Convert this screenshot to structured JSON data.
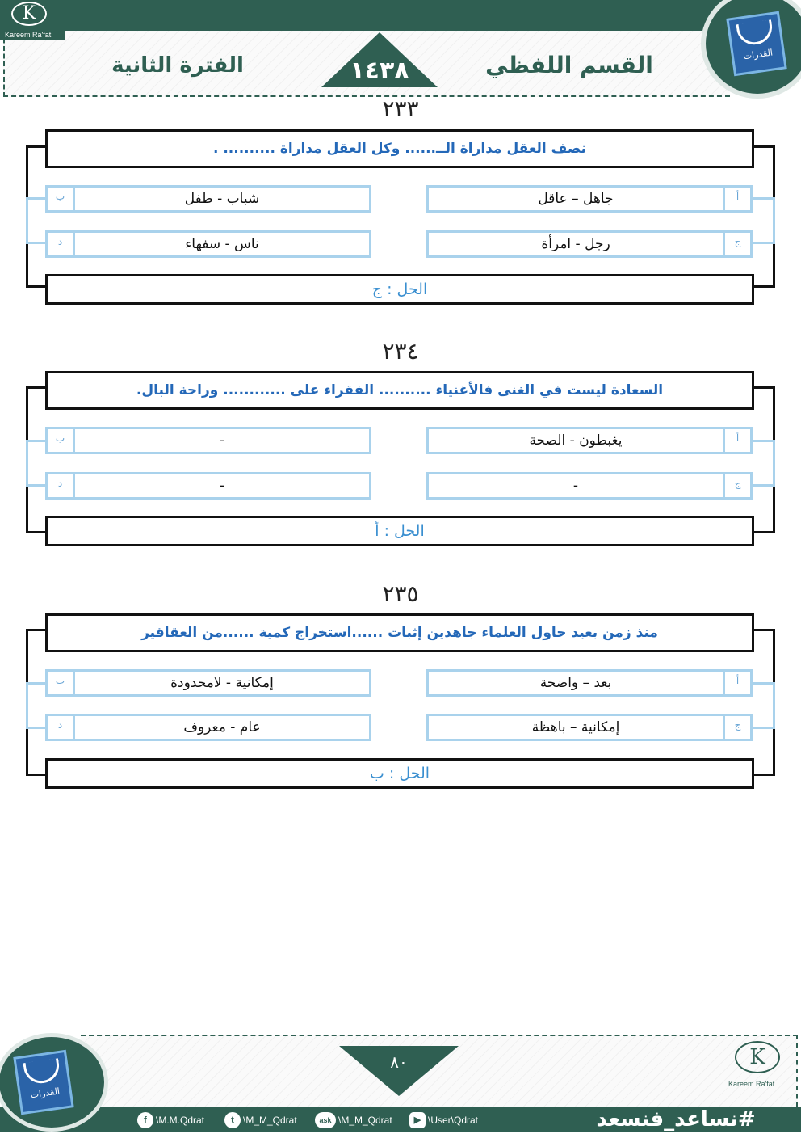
{
  "header": {
    "brand": "Kareem Ra'fat",
    "brand_letter": "K",
    "section": "القسم اللفظي",
    "year": "١٤٣٨",
    "period": "الفترة الثانية",
    "badge_text": "القدرات"
  },
  "questions": [
    {
      "number": "٢٣٣",
      "text": "نصف العقل مداراة الــ...... وكل العقل مداراة .......... .",
      "options": [
        {
          "letter": "أ",
          "text": "جاهل – عاقل"
        },
        {
          "letter": "ب",
          "text": "شباب - طفل"
        },
        {
          "letter": "ج",
          "text": "رجل - امرأة"
        },
        {
          "letter": "د",
          "text": "ناس - سفهاء"
        }
      ],
      "answer": "الحل : ج"
    },
    {
      "number": "٢٣٤",
      "text": "السعادة ليست في الغنى فالأغنياء .......... الفقراء على ............ وراحة البال.",
      "options": [
        {
          "letter": "أ",
          "text": "يغبطون - الصحة"
        },
        {
          "letter": "ب",
          "text": "-"
        },
        {
          "letter": "ج",
          "text": "-"
        },
        {
          "letter": "د",
          "text": "-"
        }
      ],
      "answer": "الحل : أ"
    },
    {
      "number": "٢٣٥",
      "text": "منذ زمن بعيد حاول العلماء جاهدين إثبات ......استخراج كمية ......من العقاقير",
      "options": [
        {
          "letter": "أ",
          "text": "بعد – واضحة"
        },
        {
          "letter": "ب",
          "text": "إمكانية - لامحدودة"
        },
        {
          "letter": "ج",
          "text": "إمكانية – باهظة"
        },
        {
          "letter": "د",
          "text": "عام - معروف"
        }
      ],
      "answer": "الحل : ب"
    }
  ],
  "footer": {
    "page_number": "٨٠",
    "hashtag": "#نساعد_فنسعد",
    "brand": "Kareem Ra'fat",
    "brand_letter": "K",
    "badge_text": "القدرات",
    "social": [
      {
        "icon": "f",
        "handle": "\\M.M.Qdrat"
      },
      {
        "icon": "t",
        "handle": "\\M_M_Qdrat"
      },
      {
        "icon": "ask",
        "handle": "\\M_M_Qdrat"
      },
      {
        "icon": "▶",
        "handle": "\\User\\Qdrat"
      }
    ]
  },
  "colors": {
    "dark_green": "#2f5f52",
    "question_blue": "#2468b8",
    "answer_blue": "#3a8fd0",
    "light_border": "#a9d2ec"
  }
}
